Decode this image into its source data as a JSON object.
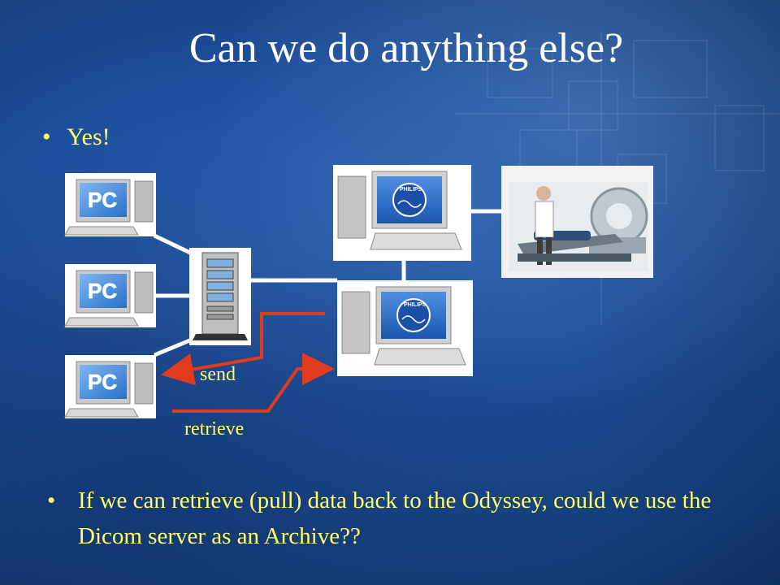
{
  "slide": {
    "title": "Can we do anything else?",
    "bullets": [
      "Yes!",
      "If we can retrieve (pull) data back to the Odyssey, could we use the Dicom server as an Archive??"
    ],
    "bullet_glyph": "•"
  },
  "diagram": {
    "pc_label": "PC",
    "brand_label": "PHILIPS",
    "arrow_labels": {
      "send": "send",
      "retrieve": "retrieve"
    },
    "icons": [
      "pc-workstation-icon",
      "server-rack-icon",
      "philips-workstation-icon",
      "medical-scanner-icon"
    ]
  },
  "colors": {
    "background": "#1d4f9c",
    "title_text": "#ffffff",
    "bullet_text": "#ffff66",
    "arrow": "#e23a1d",
    "connector": "#ffffff"
  }
}
